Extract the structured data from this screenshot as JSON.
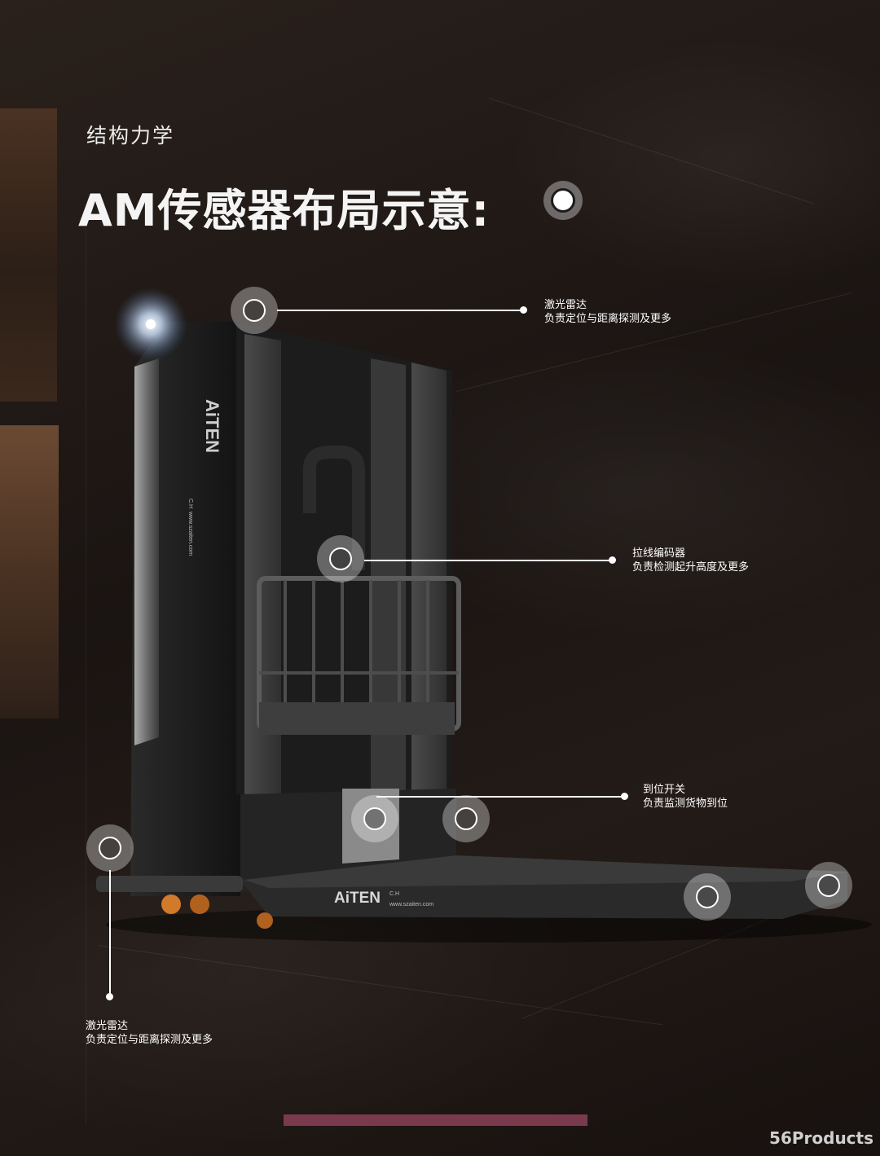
{
  "header": {
    "subtitle": "结构力学",
    "title": "AM传感器布局示意:"
  },
  "brand": {
    "logo": "AiTEN",
    "model": "C.H",
    "url": "www.szaiten.com"
  },
  "callouts": [
    {
      "title": "激光雷达",
      "desc": "负责定位与距离探测及更多"
    },
    {
      "title": "拉线编码器",
      "desc": "负责检测起升高度及更多"
    },
    {
      "title": "到位开关",
      "desc": "负责监测货物到位"
    },
    {
      "title": "激光雷达",
      "desc": "负责定位与距离探测及更多"
    }
  ],
  "watermark": "56Products",
  "colors": {
    "accent_bar": "#7a3a4d",
    "background": "#1e1714"
  }
}
